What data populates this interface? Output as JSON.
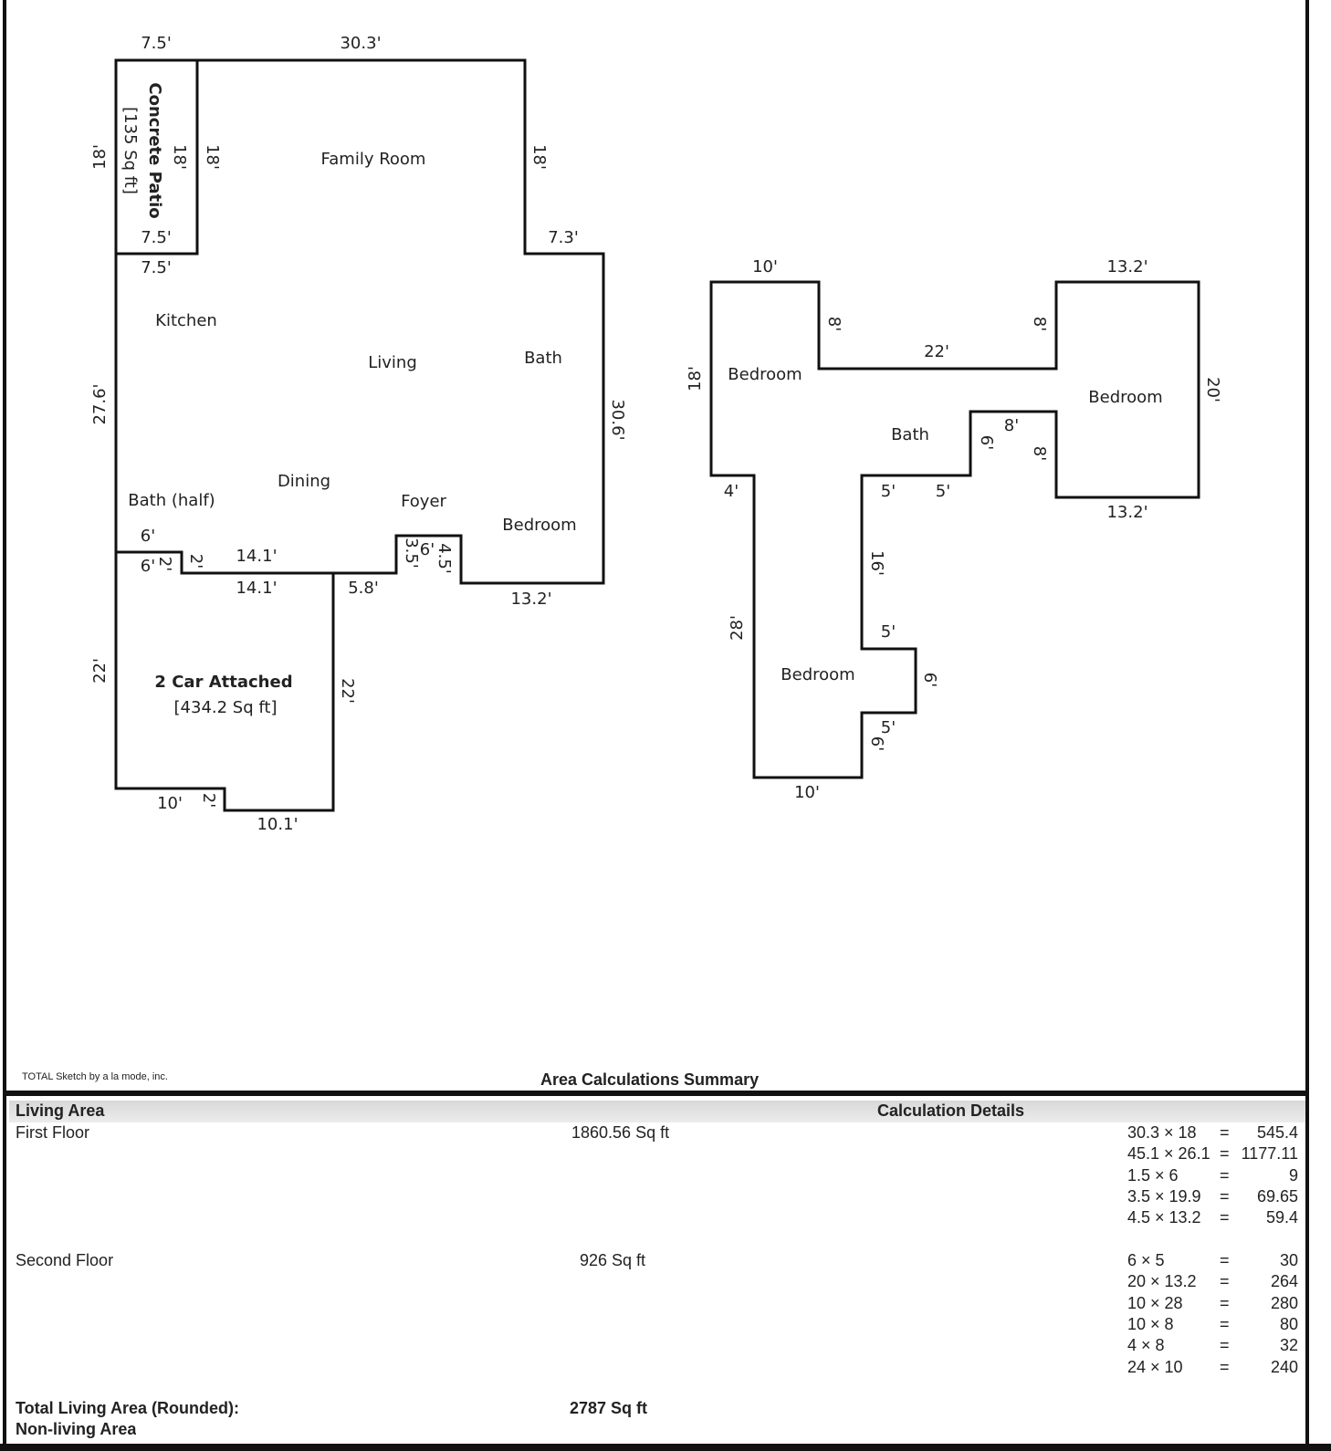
{
  "first_floor": {
    "dimensions": [
      "7.5'",
      "30.3'",
      "18'",
      "18'",
      "18'",
      "18'",
      "7.5'",
      "7.3'",
      "7.5'",
      "27.6'",
      "30.6'",
      "6'",
      "6'",
      "2'",
      "2'",
      "14.1'",
      "14.1'",
      "5.8'",
      "3.5'",
      "6'",
      "4.5'",
      "13.2'",
      "22'",
      "22'",
      "10'",
      "2'",
      "10.1'"
    ],
    "rooms": [
      "Family Room",
      "Kitchen",
      "Living",
      "Bath",
      "Dining",
      "Bath (half)",
      "Foyer",
      "Bedroom"
    ],
    "patio": {
      "name": "Concrete Patio",
      "area": "[135 Sq ft]"
    },
    "garage": {
      "name": "2 Car Attached",
      "area": "[434.2 Sq ft]"
    }
  },
  "second_floor": {
    "dimensions": [
      "10'",
      "13.2'",
      "8'",
      "8'",
      "22'",
      "18'",
      "20'",
      "8'",
      "6'",
      "8'",
      "4'",
      "5'",
      "5'",
      "13.2'",
      "16'",
      "28'",
      "5'",
      "6'",
      "5'",
      "6'",
      "10'"
    ],
    "rooms": [
      "Bedroom",
      "Bedroom",
      "Bath",
      "Bedroom"
    ]
  },
  "footer": {
    "credit": "TOTAL Sketch by a la mode, inc.",
    "title": "Area Calculations Summary"
  },
  "summary": {
    "header_left": "Living Area",
    "header_right": "Calculation Details",
    "floors": [
      {
        "name": "First Floor",
        "area": "1860.56 Sq ft",
        "calcs": [
          [
            "30.3 × 18",
            "=",
            "545.4"
          ],
          [
            "45.1 × 26.1",
            "=",
            "1177.11"
          ],
          [
            "1.5 × 6",
            "=",
            "9"
          ],
          [
            "3.5 × 19.9",
            "=",
            "69.65"
          ],
          [
            "4.5 × 13.2",
            "=",
            "59.4"
          ]
        ]
      },
      {
        "name": "Second Floor",
        "area": "926 Sq ft",
        "calcs": [
          [
            "6 × 5",
            "=",
            "30"
          ],
          [
            "20 × 13.2",
            "=",
            "264"
          ],
          [
            "10 × 28",
            "=",
            "280"
          ],
          [
            "10 × 8",
            "=",
            "80"
          ],
          [
            "4 × 8",
            "=",
            "32"
          ],
          [
            "24 × 10",
            "=",
            "240"
          ]
        ]
      }
    ],
    "total_label": "Total Living Area (Rounded):",
    "total_value": "2787 Sq ft",
    "next_section": "Non-living Area"
  }
}
